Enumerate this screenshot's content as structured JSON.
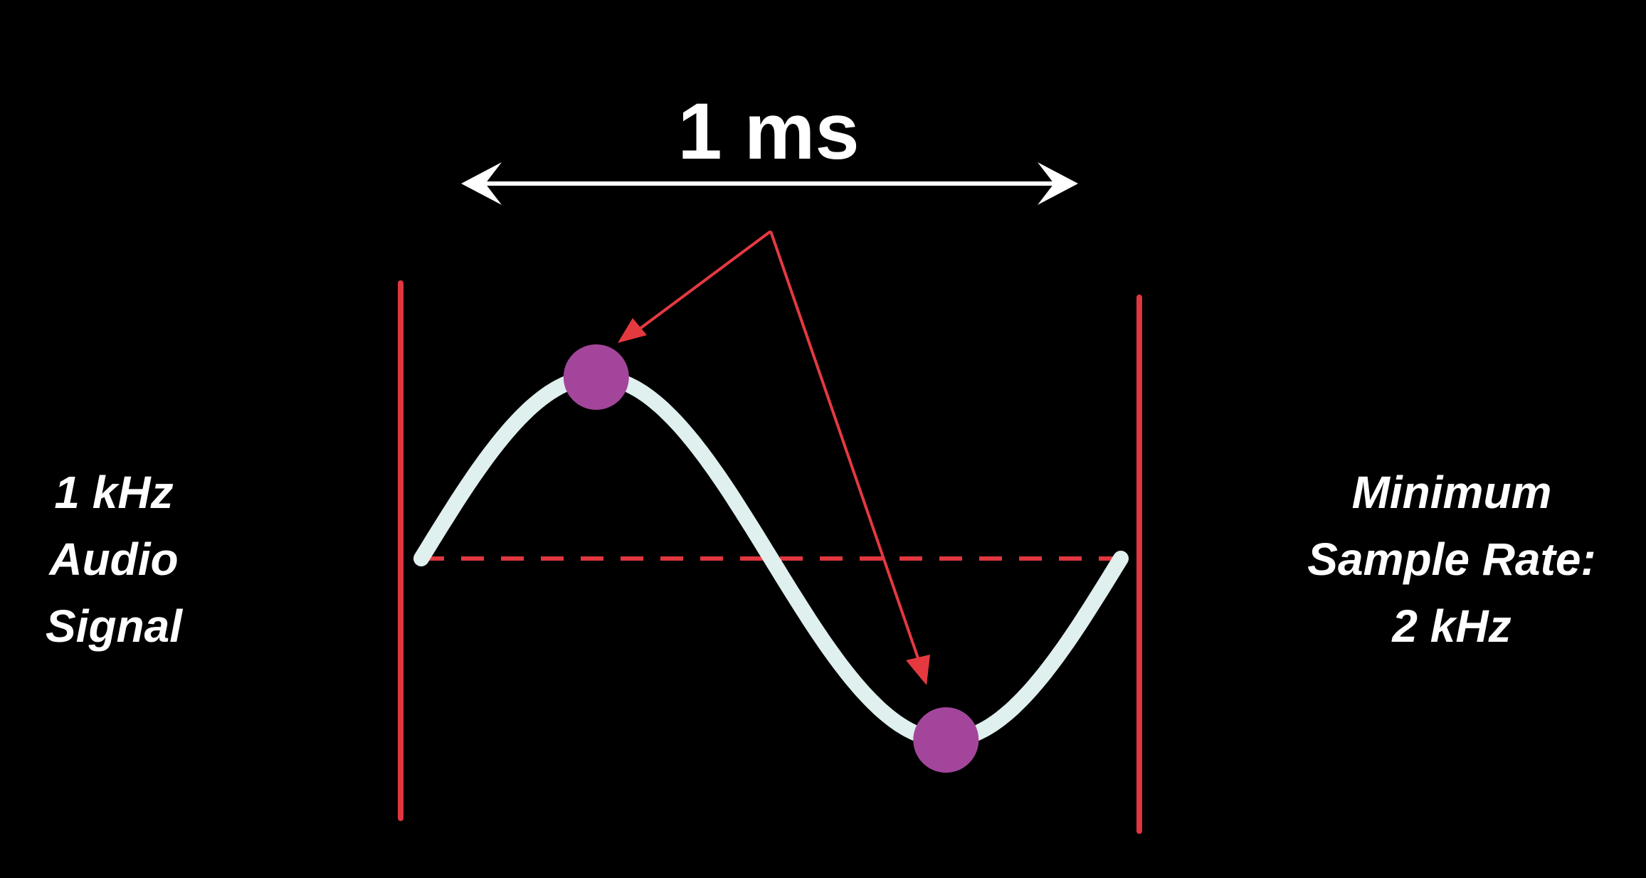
{
  "period_label": "1 ms",
  "left_label": [
    "1 kHz",
    "Audio",
    "Signal"
  ],
  "right_label": [
    "Minimum",
    "Sample Rate:",
    "2 kHz"
  ],
  "colors": {
    "background": "#000000",
    "text": "#ffffff",
    "wave": "#dff0ee",
    "boundary": "#e0363f",
    "pointer_arrow": "#e53940",
    "dimension_arrow": "#ffffff",
    "sample_dot": "#a3469b"
  },
  "wave": {
    "frequency": "1 kHz",
    "cycles_shown": 1
  },
  "samples": [
    {
      "name": "peak-sample",
      "phase": 0.25
    },
    {
      "name": "trough-sample",
      "phase": 0.75
    }
  ]
}
